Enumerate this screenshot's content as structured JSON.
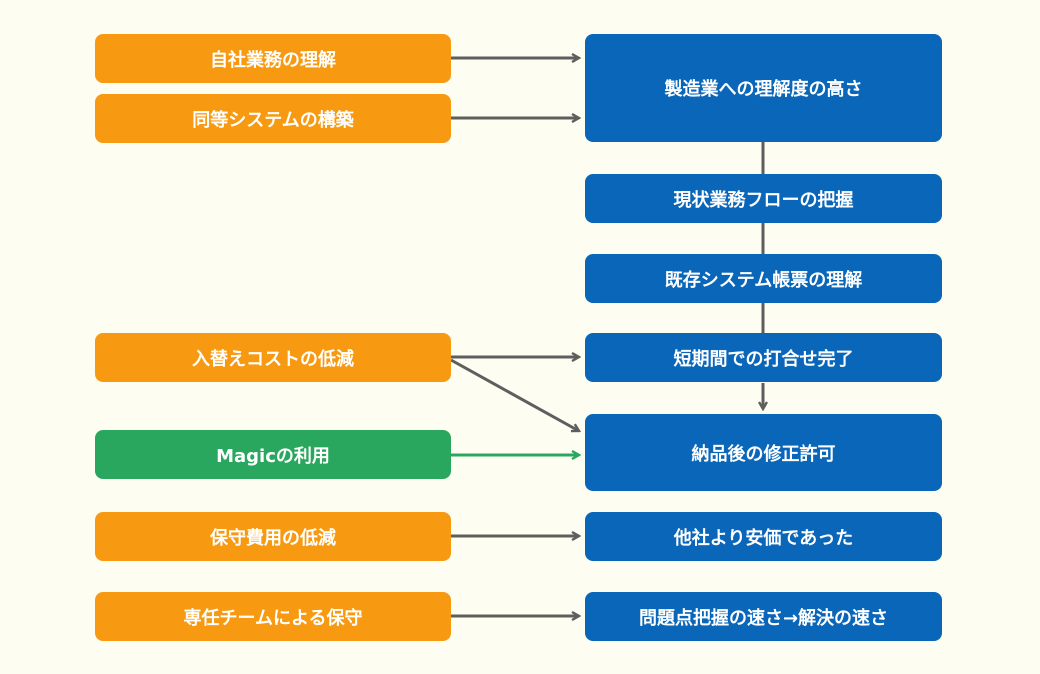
{
  "colors": {
    "background": "#fdfdf1",
    "factor_orange": "#f79a12",
    "factor_green": "#2aa75e",
    "outcome_blue": "#0a66b9",
    "arrow_gray": "#5e5e5e",
    "arrow_green": "#2aa75e"
  },
  "factors": {
    "own_business": "自社業務の理解",
    "similar_system": "同等システムの構築",
    "replacement_cost": "入替えコストの低減",
    "magic": "Magicの利用",
    "maintenance_cost": "保守費用の低減",
    "dedicated_team": "専任チームによる保守"
  },
  "outcomes": {
    "manufacturing": "製造業への理解度の高さ",
    "current_flow": "現状業務フローの把握",
    "existing_forms": "既存システム帳票の理解",
    "short_period": "短期間での打合せ完了",
    "post_delivery": "納品後の修正許可",
    "cheaper": "他社より安価であった",
    "speed": "問題点把握の速さ→解決の速さ"
  }
}
